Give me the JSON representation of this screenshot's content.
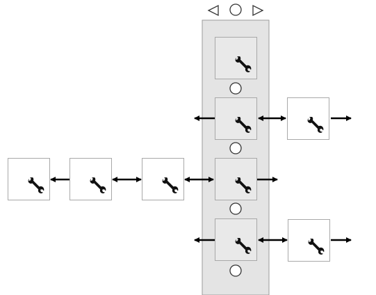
{
  "controls": {
    "prev_icon": "triangle-left-icon",
    "center_icon": "circle-icon",
    "next_icon": "triangle-right-icon"
  },
  "colors": {
    "column_fill": "#e4e4e4",
    "column_stroke": "#9a9a9a",
    "node_fill": "#ffffff",
    "node_fill_in_column": "#e9e9e9",
    "node_stroke": "#a8a8a8",
    "arrow": "#000000",
    "icon": "#111111"
  },
  "nodes": [
    {
      "id": "c1",
      "in_column": true,
      "icon": "wrench-icon"
    },
    {
      "id": "c2",
      "in_column": true,
      "icon": "wrench-icon"
    },
    {
      "id": "c3",
      "in_column": true,
      "icon": "wrench-icon"
    },
    {
      "id": "c4",
      "in_column": true,
      "icon": "wrench-icon"
    },
    {
      "id": "r1",
      "in_column": false,
      "icon": "wrench-icon"
    },
    {
      "id": "r2",
      "in_column": false,
      "icon": "wrench-icon"
    },
    {
      "id": "l1",
      "in_column": false,
      "icon": "wrench-icon"
    },
    {
      "id": "l2",
      "in_column": false,
      "icon": "wrench-icon"
    },
    {
      "id": "l3",
      "in_column": false,
      "icon": "wrench-icon"
    }
  ],
  "connections": [
    {
      "from": "c2",
      "to": "left-out",
      "type": "single"
    },
    {
      "from": "c2",
      "to": "r1",
      "type": "double"
    },
    {
      "from": "r1",
      "to": "right-out",
      "type": "single"
    },
    {
      "from": "c3",
      "to": "l3",
      "type": "double"
    },
    {
      "from": "l3",
      "to": "l2",
      "type": "double"
    },
    {
      "from": "l2",
      "to": "l1",
      "type": "single"
    },
    {
      "from": "c3",
      "to": "right-out",
      "type": "single"
    },
    {
      "from": "c4",
      "to": "left-out",
      "type": "single"
    },
    {
      "from": "c4",
      "to": "r2",
      "type": "double"
    },
    {
      "from": "r2",
      "to": "right-out",
      "type": "single"
    }
  ]
}
